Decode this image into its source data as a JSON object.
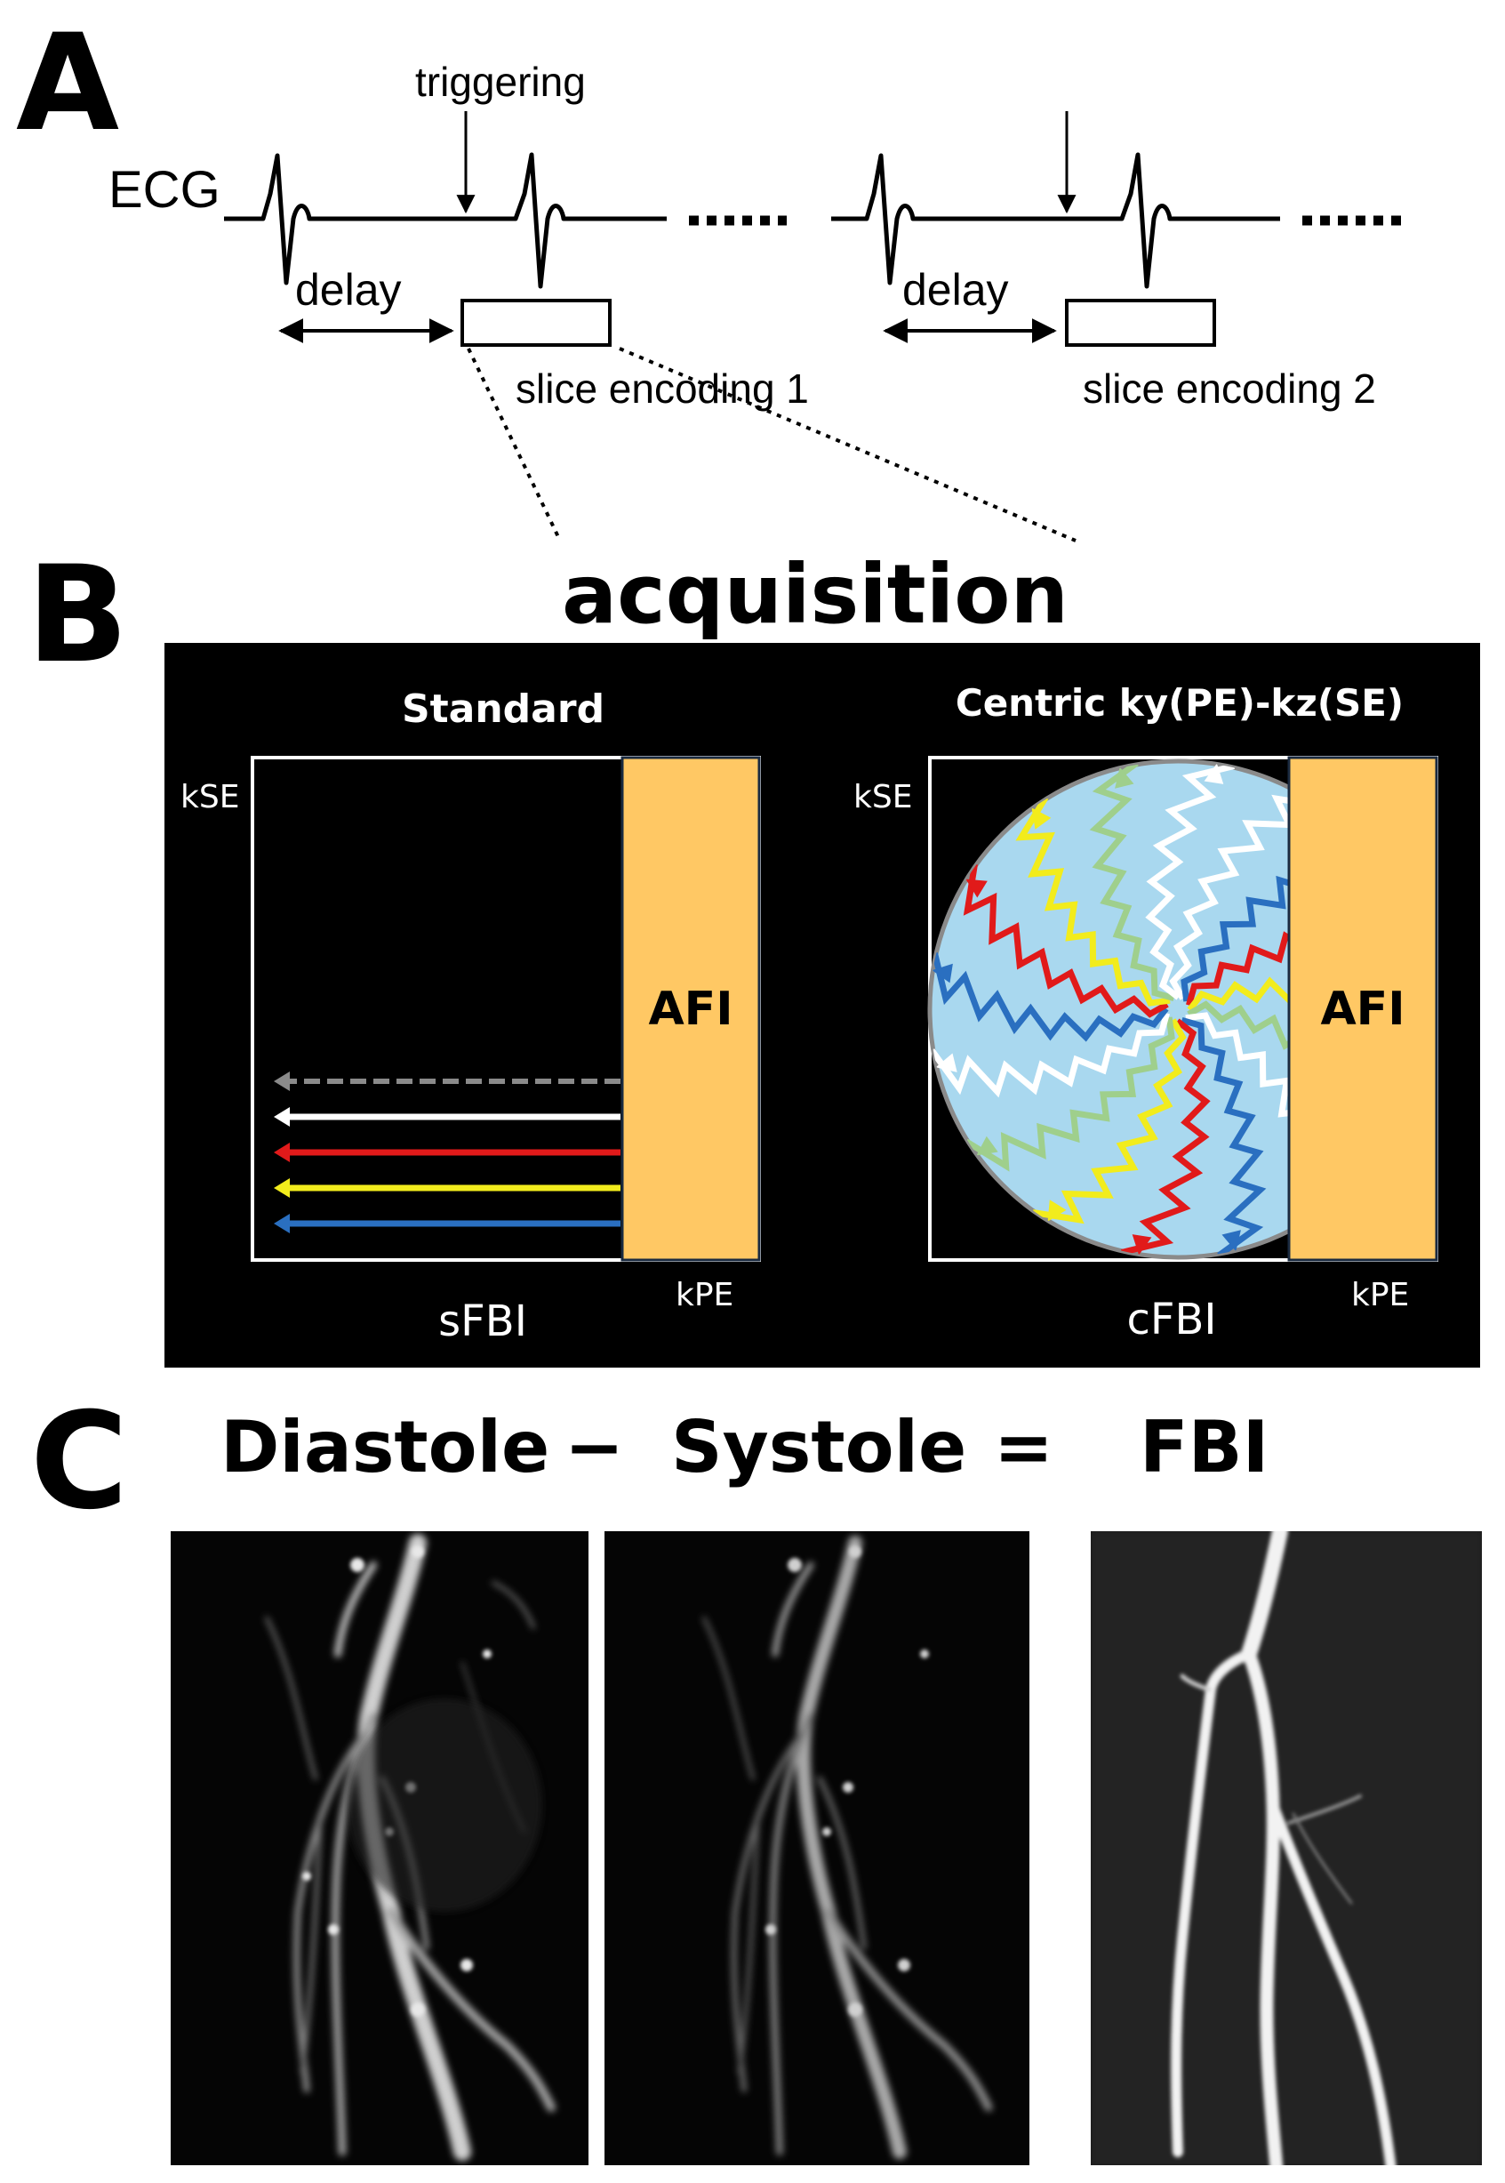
{
  "panels": {
    "a": {
      "letter": "A",
      "ecg_label": "ECG",
      "trigger_label": "triggering",
      "delay_label_1": "delay",
      "delay_label_2": "delay",
      "slice_label_1": "slice encoding 1",
      "slice_label_2": "slice encoding 2"
    },
    "b": {
      "letter": "B",
      "heading": "acquisition",
      "left": {
        "title": "Standard",
        "ks_label": "kSE",
        "kp_label": "kPE",
        "afi_label": "AFI",
        "name": "sFBI"
      },
      "right": {
        "title": "Centric ky(PE)-kz(SE)",
        "ks_label": "kSE",
        "kp_label": "kPE",
        "afi_label": "AFI",
        "name": "cFBI"
      }
    },
    "c": {
      "letter": "C",
      "eq_term_1": "Diastole",
      "eq_op_1": "−",
      "eq_term_2": "Systole",
      "eq_op_2": "=",
      "eq_term_3": "FBI"
    }
  },
  "colors": {
    "afi": "#ffc864",
    "disk": "#a9d8ef",
    "arrow_gray": "#8a8a8a",
    "arrow_white": "#ffffff",
    "arrow_red": "#e11a1a",
    "arrow_yellow": "#f2ec1c",
    "arrow_blue": "#2a6fc0",
    "arrow_lightgreen": "#9fcf8c"
  },
  "icons": {
    "dashed_arrow": "gray-dashed-left-arrow",
    "readout_arrows": [
      "white-left-arrow",
      "red-left-arrow",
      "yellow-left-arrow",
      "blue-left-arrow"
    ],
    "spiral_arrows": [
      "white-zigzag-arrow",
      "red-zigzag-arrow",
      "yellow-zigzag-arrow",
      "blue-zigzag-arrow",
      "green-zigzag-arrow"
    ]
  }
}
